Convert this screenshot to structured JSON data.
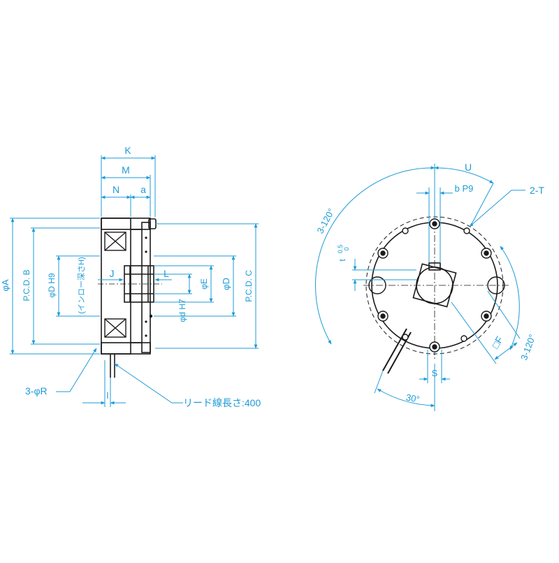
{
  "colors": {
    "line": "#1a1a1a",
    "dimension": "#1e9bd7",
    "hatch": "#555555",
    "background": "#ffffff"
  },
  "side_view": {
    "dim_K": "K",
    "dim_M": "M",
    "dim_N": "N",
    "dim_a": "a",
    "dim_A": "φA",
    "dim_B": "P.C.D. B",
    "dim_DH9": "φD H9",
    "dim_DH9_note": "(インロー深さH)",
    "dim_J": "J",
    "dim_L": "L",
    "dim_dH7": "φd H7",
    "dim_E": "φE",
    "dim_D": "φD",
    "dim_C": "P.C.D. C",
    "dim_R": "3-φR",
    "dim_l": "l",
    "lead_note": "リード線長さ:400"
  },
  "front_view": {
    "dim_U": "U",
    "dim_bP9": "b P9",
    "dim_2T": "2-T",
    "dim_3x120_left": "3-120°",
    "dim_3x120_right": "3-120°",
    "dim_t": "t",
    "dim_t_tol_upper": "0.5",
    "dim_t_tol_lower": "0",
    "dim_F": "□F",
    "dim_S": "S",
    "dim_30": "30°"
  }
}
